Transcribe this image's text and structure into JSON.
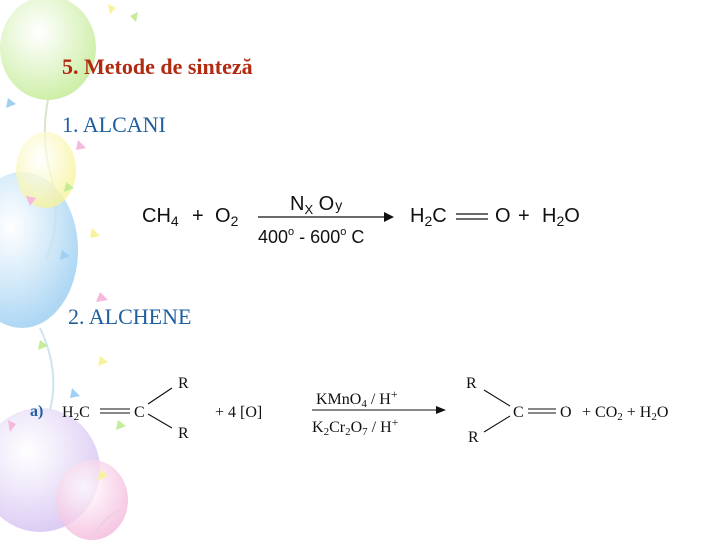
{
  "slide": {
    "title": "5. Metode de sinteză",
    "section1": "1. ALCANI",
    "section2": "2. ALCHENE"
  },
  "reaction1": {
    "reactant1": "CH4",
    "plus": "+",
    "reactant2": "O2",
    "catalyst": "NX Oy",
    "conditions": "400º - 600º C",
    "product1_left": "H2C",
    "product1_right": "O",
    "product2": "H2O"
  },
  "reaction2": {
    "label": "a)",
    "reactant_group": "H2C",
    "reactant_carbon": "C",
    "substituent_top": "R",
    "substituent_bottom": "R",
    "oxidant": "+ 4 [O]",
    "reagent_top": "KMnO4 / H+",
    "reagent_bottom": "K2Cr2O7 / H+",
    "product_substituent_top": "R",
    "product_substituent_bottom": "R",
    "product_carbon": "C",
    "product_oxygen": "O",
    "byproducts": "+ CO2 + H2O"
  },
  "colors": {
    "title": "#b22a10",
    "section": "#1f5fa0",
    "balloon_blue": "#9fd0f2",
    "balloon_green": "#c6ec9a",
    "balloon_pink": "#f4b9dc",
    "balloon_purple": "#d6c4f2",
    "balloon_yellow": "#f7f39a"
  }
}
